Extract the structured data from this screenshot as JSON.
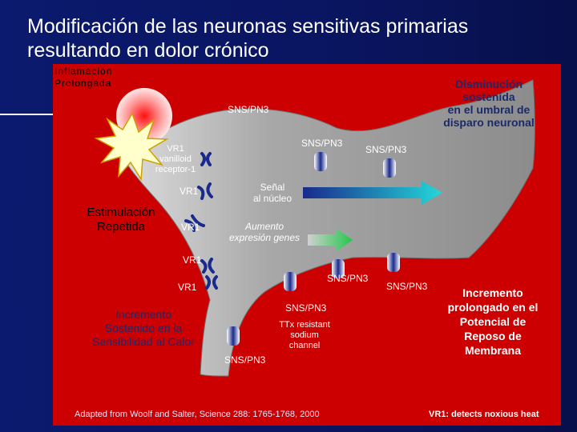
{
  "slide": {
    "title_line1": "Modificación de las neuronas sensitivas primarias",
    "title_line2": "resultando en dolor crónico"
  },
  "labels": {
    "inflamacion_line1": "Inflamación",
    "inflamacion_line2": "Prolongada",
    "estimulacion_line1": "Estimulación",
    "estimulacion_line2": "Repetida",
    "sensibilidad_line1": "Incremento",
    "sensibilidad_line2": "Sostenido en la",
    "sensibilidad_line3": "Sensibilidad al Calor",
    "umbral_line1": "Disminución",
    "umbral_line2": "sostenida",
    "umbral_line3": "en el umbral de",
    "umbral_line4": "disparo neuronal",
    "potencial_line1": "Incremento",
    "potencial_line2": "prolongado en el",
    "potencial_line3": "Potencial de",
    "potencial_line4": "Reposo de",
    "potencial_line5": "Membrana",
    "vr1_def_line1": "VR1",
    "vr1_def_line2": "vanilloid",
    "vr1_def_line3": "receptor-1",
    "vr1": "VR1",
    "sns": "SNS/PN3",
    "senal_line1": "Señal",
    "senal_line2": "al núcleo",
    "aumento_line1": "Aumento",
    "aumento_line2": "expresión genes",
    "ttx_line1": "TTx resistant",
    "ttx_line2": "sodium",
    "ttx_line3": "channel",
    "citation": "Adapted from Woolf and Salter, Science 288: 1765-1768, 2000",
    "footnote": "VR1: detects noxious heat"
  },
  "colors": {
    "panel_red": "#cc0000",
    "background_navy": "#0b1a6e",
    "neuron_gray": "#a0a0a0",
    "channel_blue": "#1a2a8c",
    "signal_arrow_start": "#1a2a8c",
    "signal_arrow_end": "#22d8d8",
    "expression_arrow": "#22c84a"
  }
}
